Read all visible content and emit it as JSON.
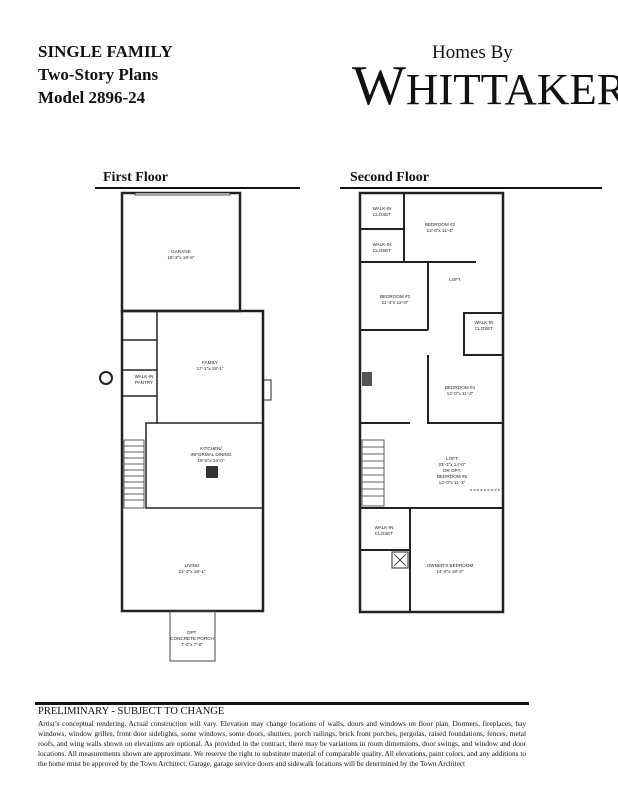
{
  "header": {
    "line1": "SINGLE FAMILY",
    "line2": "Two-Story Plans",
    "line3": "Model 2896-24"
  },
  "logo": {
    "small": "Homes By",
    "big_initial": "W",
    "big_rest": "HITTAKER"
  },
  "first_floor": {
    "title": "First Floor",
    "rooms": {
      "garage": [
        "GARAGE",
        "19'-3\"x 19'-8\""
      ],
      "family": [
        "FAMILY",
        "17'-1\"x 18'-1\""
      ],
      "pantry": [
        "WALK-IN",
        "PANTRY"
      ],
      "kitchen": [
        "KITCHEN/",
        "INFORMAL DINING",
        "19'-5\"x 14'-0\""
      ],
      "living": [
        "LIVING",
        "23'-3\"x 18'-1\""
      ],
      "porch": [
        "OPT.",
        "CONCRETE PORCH",
        "7'-0\"x 7'-0\""
      ]
    }
  },
  "second_floor": {
    "title": "Second Floor",
    "rooms": {
      "closet1": [
        "WALK-IN",
        "CLOSET"
      ],
      "closet2": [
        "WALK-IN",
        "CLOSET"
      ],
      "bedroom2": [
        "BEDROOM #2",
        "12'-0\"x 11'-4\""
      ],
      "loft_small": [
        "LOFT"
      ],
      "bedroom3": [
        "BEDROOM #3",
        "11'-4\"x 12'-0\""
      ],
      "closet3": [
        "WALK-IN",
        "CLOSET"
      ],
      "bedroom4": [
        "BEDROOM #4",
        "12'-0\"x 11'-3\""
      ],
      "loft": [
        "LOFT",
        "23'-3\"x 14'-0\"",
        "OR OPT.",
        "BEDROOM #5",
        "12'-0\"x 11'-3\""
      ],
      "closet4": [
        "WALK-IN",
        "CLOSET"
      ],
      "owners": [
        "OWNER'S BEDROOM",
        "14'-9\"x 18'-3\""
      ]
    }
  },
  "footer": {
    "heading": "PRELIMINARY - SUBJECT TO CHANGE",
    "body": "Artist’s conceptual rendering.  Actual construction will vary.  Elevation may change locations of walls, doors and windows on floor plan.  Dormers, fireplaces, bay windows, window grilles, front door sidelights, some windows, some doors, shutters, porch railings, brick front porches, pergolas, raised foundations, fences, metal roofs, and wing walls shown on elevations are optional.  As provided in the contract, there may be variations in room dimensions, door swings, and window and door locations.  All measurements shown are approximate.  We reserve the right to substitute material of comparable quality.  All elevations, paint colors, and any additions to the home must be approved by the Town Architect.  Garage, garage service doors and sidewalk locations will be determined by the Town Architect"
  }
}
